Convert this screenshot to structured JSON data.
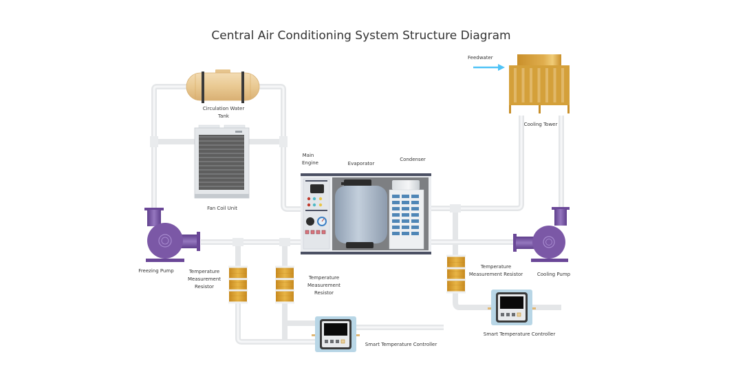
{
  "title": "Central Air Conditioning System Structure Diagram",
  "components": {
    "circulation_water_tank": {
      "label_line1": "Circulation Water",
      "label_line2": "Tank"
    },
    "fan_coil_unit": {
      "label": "Fan Coil Unit"
    },
    "main_engine": {
      "label_line1": "Main",
      "label_line2": "Engine"
    },
    "evaporator": {
      "label": "Evaporator"
    },
    "condenser": {
      "label": "Condenser"
    },
    "cooling_tower": {
      "label": "Cooling Tower"
    },
    "feedwater": {
      "label": "Feedwater"
    },
    "freezing_pump": {
      "label": "Freezing Pump"
    },
    "cooling_pump": {
      "label": "Cooling Pump"
    },
    "resistor_left": {
      "label_line1": "Temperature",
      "label_line2": "Measurement",
      "label_line3": "Resistor"
    },
    "resistor_middle": {
      "label_line1": "Temperature",
      "label_line2": "Measurement",
      "label_line3": "Resistor"
    },
    "resistor_right": {
      "label_line1": "Temperature",
      "label_line2": "Measurement Resistor"
    },
    "controller_left": {
      "label": "Smart Temperature Controller"
    },
    "controller_right": {
      "label": "Smart Temperature Controller"
    }
  },
  "colors": {
    "pipe": "#e4e6e8",
    "pump": "#7b58a6",
    "resistor": "#d9a12e",
    "tank": "#edcf9f",
    "tower": "#d4a03a",
    "feedwater_arrow": "#4fc3f7",
    "engine_frame": "#4b5063"
  }
}
